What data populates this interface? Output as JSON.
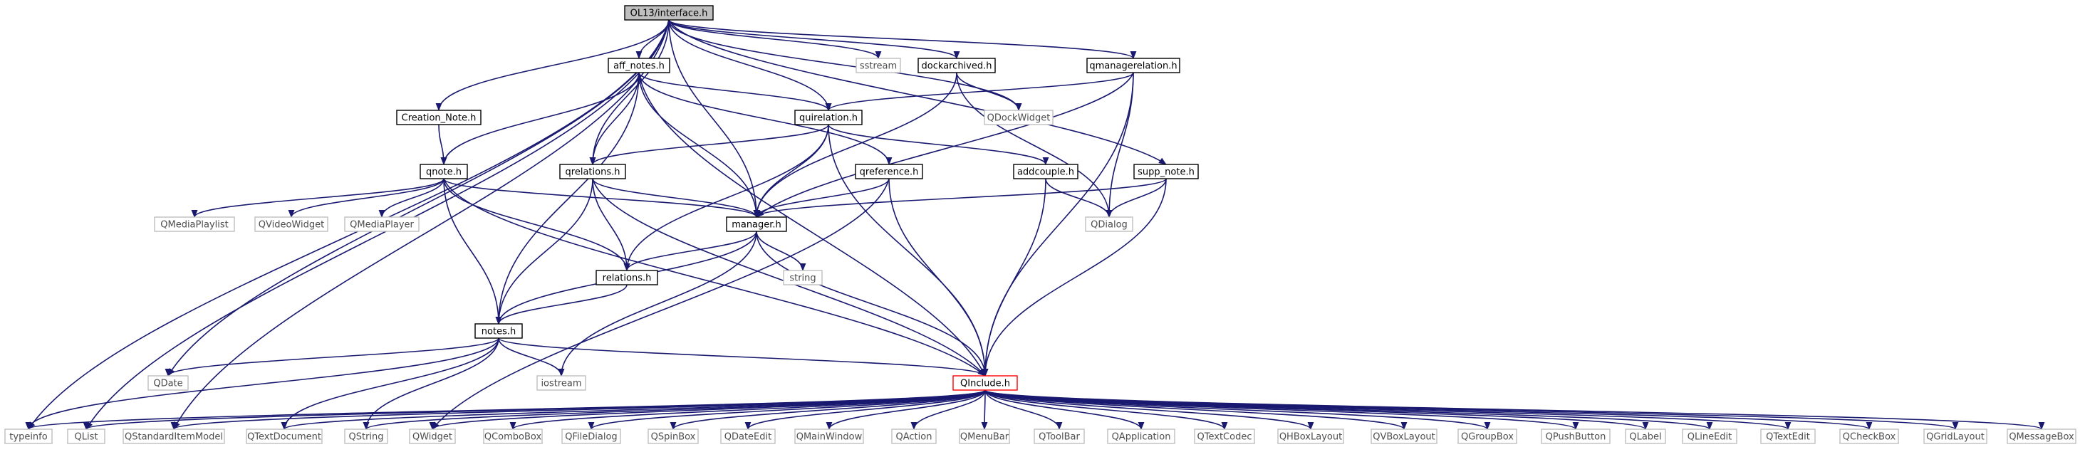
{
  "diagram": {
    "colors": {
      "edge": "#191970",
      "box_dark": "#000000",
      "box_light": "#bfbfbf",
      "root_fill": "#bfbfbf",
      "hub_border": "#ff0000",
      "text_dark": "#000000",
      "text_light": "#4d4d4d"
    },
    "nodes": [
      {
        "id": "interface",
        "label": "OL13/interface.h",
        "kind": "root"
      },
      {
        "id": "aff_notes",
        "label": "aff_notes.h",
        "kind": "local"
      },
      {
        "id": "sstream",
        "label": "sstream",
        "kind": "system"
      },
      {
        "id": "dockarchived",
        "label": "dockarchived.h",
        "kind": "local"
      },
      {
        "id": "qmanagerelation",
        "label": "qmanagerelation.h",
        "kind": "local"
      },
      {
        "id": "creation_note",
        "label": "Creation_Note.h",
        "kind": "local"
      },
      {
        "id": "quirelation",
        "label": "quirelation.h",
        "kind": "local"
      },
      {
        "id": "qdockwidget",
        "label": "QDockWidget",
        "kind": "system"
      },
      {
        "id": "qnote",
        "label": "qnote.h",
        "kind": "local"
      },
      {
        "id": "qrelations",
        "label": "qrelations.h",
        "kind": "local"
      },
      {
        "id": "qreference",
        "label": "qreference.h",
        "kind": "local"
      },
      {
        "id": "addcouple",
        "label": "addcouple.h",
        "kind": "local"
      },
      {
        "id": "supp_note",
        "label": "supp_note.h",
        "kind": "local"
      },
      {
        "id": "qmediaplaylist",
        "label": "QMediaPlaylist",
        "kind": "system"
      },
      {
        "id": "qvideowidget",
        "label": "QVideoWidget",
        "kind": "system"
      },
      {
        "id": "qmediaplayer",
        "label": "QMediaPlayer",
        "kind": "system"
      },
      {
        "id": "manager",
        "label": "manager.h",
        "kind": "local"
      },
      {
        "id": "qdialog",
        "label": "QDialog",
        "kind": "system"
      },
      {
        "id": "string",
        "label": "string",
        "kind": "system"
      },
      {
        "id": "relations",
        "label": "relations.h",
        "kind": "local"
      },
      {
        "id": "notes",
        "label": "notes.h",
        "kind": "local"
      },
      {
        "id": "qdate",
        "label": "QDate",
        "kind": "system"
      },
      {
        "id": "iostream",
        "label": "iostream",
        "kind": "system"
      },
      {
        "id": "qinclude",
        "label": "QInclude.h",
        "kind": "hub"
      },
      {
        "id": "typeinfo",
        "label": "typeinfo",
        "kind": "system"
      },
      {
        "id": "qlist",
        "label": "QList",
        "kind": "system"
      },
      {
        "id": "qstandarditemmodel",
        "label": "QStandardItemModel",
        "kind": "system"
      },
      {
        "id": "qtextdocument",
        "label": "QTextDocument",
        "kind": "system"
      },
      {
        "id": "qstring",
        "label": "QString",
        "kind": "system"
      },
      {
        "id": "qwidget",
        "label": "QWidget",
        "kind": "system"
      },
      {
        "id": "qcombobox",
        "label": "QComboBox",
        "kind": "system"
      },
      {
        "id": "qfiledialog",
        "label": "QFileDialog",
        "kind": "system"
      },
      {
        "id": "qspinbox",
        "label": "QSpinBox",
        "kind": "system"
      },
      {
        "id": "qdateedit",
        "label": "QDateEdit",
        "kind": "system"
      },
      {
        "id": "qmainwindow",
        "label": "QMainWindow",
        "kind": "system"
      },
      {
        "id": "qaction",
        "label": "QAction",
        "kind": "system"
      },
      {
        "id": "qmenubar",
        "label": "QMenuBar",
        "kind": "system"
      },
      {
        "id": "qtoolbar",
        "label": "QToolBar",
        "kind": "system"
      },
      {
        "id": "qapplication",
        "label": "QApplication",
        "kind": "system"
      },
      {
        "id": "qtextcodec",
        "label": "QTextCodec",
        "kind": "system"
      },
      {
        "id": "qhboxlayout",
        "label": "QHBoxLayout",
        "kind": "system"
      },
      {
        "id": "qvboxlayout",
        "label": "QVBoxLayout",
        "kind": "system"
      },
      {
        "id": "qgroupbox",
        "label": "QGroupBox",
        "kind": "system"
      },
      {
        "id": "qpushbutton",
        "label": "QPushButton",
        "kind": "system"
      },
      {
        "id": "qlabel",
        "label": "QLabel",
        "kind": "system"
      },
      {
        "id": "qlineedit",
        "label": "QLineEdit",
        "kind": "system"
      },
      {
        "id": "qtextedit",
        "label": "QTextEdit",
        "kind": "system"
      },
      {
        "id": "qcheckbox",
        "label": "QCheckBox",
        "kind": "system"
      },
      {
        "id": "qgridlayout",
        "label": "QGridLayout",
        "kind": "system"
      },
      {
        "id": "qmessagebox",
        "label": "QMessageBox",
        "kind": "system"
      }
    ],
    "edges": [
      [
        "interface",
        "typeinfo"
      ],
      [
        "interface",
        "qlist"
      ],
      [
        "interface",
        "qstandarditemmodel"
      ],
      [
        "interface",
        "qdate"
      ],
      [
        "interface",
        "creation_note"
      ],
      [
        "interface",
        "qrelations"
      ],
      [
        "interface",
        "aff_notes"
      ],
      [
        "interface",
        "manager"
      ],
      [
        "interface",
        "quirelation"
      ],
      [
        "interface",
        "sstream"
      ],
      [
        "interface",
        "dockarchived"
      ],
      [
        "interface",
        "qdockwidget"
      ],
      [
        "interface",
        "qmanagerelation"
      ],
      [
        "interface",
        "supp_note"
      ],
      [
        "aff_notes",
        "qnote"
      ],
      [
        "aff_notes",
        "notes"
      ],
      [
        "aff_notes",
        "qrelations"
      ],
      [
        "aff_notes",
        "manager"
      ],
      [
        "aff_notes",
        "quirelation"
      ],
      [
        "aff_notes",
        "qreference"
      ],
      [
        "aff_notes",
        "qinclude"
      ],
      [
        "dockarchived",
        "manager"
      ],
      [
        "dockarchived",
        "qdockwidget"
      ],
      [
        "dockarchived",
        "qdialog"
      ],
      [
        "qmanagerelation",
        "quirelation"
      ],
      [
        "qmanagerelation",
        "manager"
      ],
      [
        "qmanagerelation",
        "qdialog"
      ],
      [
        "qmanagerelation",
        "qinclude"
      ],
      [
        "creation_note",
        "qnote"
      ],
      [
        "quirelation",
        "qrelations"
      ],
      [
        "quirelation",
        "manager"
      ],
      [
        "quirelation",
        "relations"
      ],
      [
        "quirelation",
        "addcouple"
      ],
      [
        "quirelation",
        "qinclude"
      ],
      [
        "qnote",
        "qmediaplaylist"
      ],
      [
        "qnote",
        "qvideowidget"
      ],
      [
        "qnote",
        "qmediaplayer"
      ],
      [
        "qnote",
        "manager"
      ],
      [
        "qnote",
        "relations"
      ],
      [
        "qnote",
        "notes"
      ],
      [
        "qnote",
        "qinclude"
      ],
      [
        "qrelations",
        "manager"
      ],
      [
        "qrelations",
        "relations"
      ],
      [
        "qrelations",
        "notes"
      ],
      [
        "qrelations",
        "qinclude"
      ],
      [
        "qreference",
        "manager"
      ],
      [
        "qreference",
        "qinclude"
      ],
      [
        "qreference",
        "qwidget"
      ],
      [
        "addcouple",
        "qdialog"
      ],
      [
        "addcouple",
        "qinclude"
      ],
      [
        "supp_note",
        "manager"
      ],
      [
        "supp_note",
        "qdialog"
      ],
      [
        "supp_note",
        "qinclude"
      ],
      [
        "manager",
        "relations"
      ],
      [
        "manager",
        "notes"
      ],
      [
        "manager",
        "string"
      ],
      [
        "manager",
        "iostream"
      ],
      [
        "manager",
        "qinclude"
      ],
      [
        "relations",
        "notes"
      ],
      [
        "notes",
        "qdate"
      ],
      [
        "notes",
        "iostream"
      ],
      [
        "notes",
        "qinclude"
      ],
      [
        "notes",
        "typeinfo"
      ],
      [
        "notes",
        "qtextdocument"
      ],
      [
        "notes",
        "qstring"
      ],
      [
        "qinclude",
        "typeinfo"
      ],
      [
        "qinclude",
        "qlist"
      ],
      [
        "qinclude",
        "qstandarditemmodel"
      ],
      [
        "qinclude",
        "qtextdocument"
      ],
      [
        "qinclude",
        "qstring"
      ],
      [
        "qinclude",
        "qwidget"
      ],
      [
        "qinclude",
        "qcombobox"
      ],
      [
        "qinclude",
        "qfiledialog"
      ],
      [
        "qinclude",
        "qspinbox"
      ],
      [
        "qinclude",
        "qdateedit"
      ],
      [
        "qinclude",
        "qmainwindow"
      ],
      [
        "qinclude",
        "qaction"
      ],
      [
        "qinclude",
        "qmenubar"
      ],
      [
        "qinclude",
        "qtoolbar"
      ],
      [
        "qinclude",
        "qapplication"
      ],
      [
        "qinclude",
        "qtextcodec"
      ],
      [
        "qinclude",
        "qhboxlayout"
      ],
      [
        "qinclude",
        "qvboxlayout"
      ],
      [
        "qinclude",
        "qgroupbox"
      ],
      [
        "qinclude",
        "qpushbutton"
      ],
      [
        "qinclude",
        "qlabel"
      ],
      [
        "qinclude",
        "qlineedit"
      ],
      [
        "qinclude",
        "qtextedit"
      ],
      [
        "qinclude",
        "qcheckbox"
      ],
      [
        "qinclude",
        "qgridlayout"
      ],
      [
        "qinclude",
        "qmessagebox"
      ]
    ]
  }
}
